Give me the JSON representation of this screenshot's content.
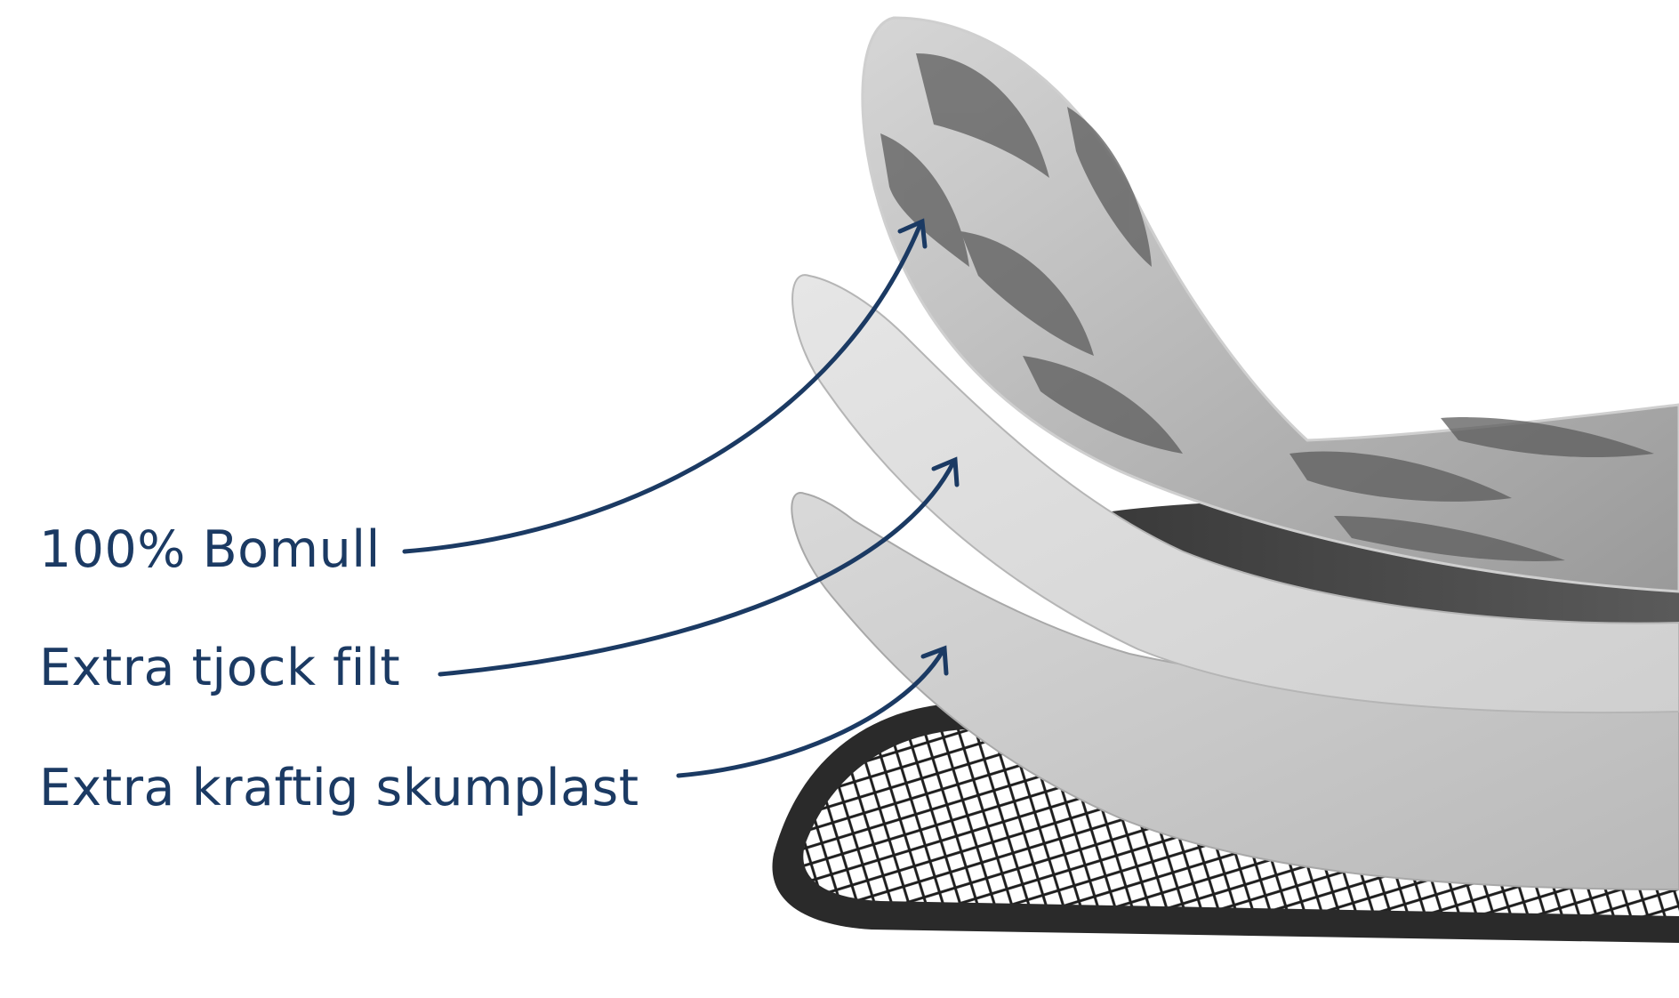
{
  "labels": {
    "cotton": "100% Bomull",
    "felt": "Extra tjock filt",
    "foam": "Extra kraftig skumplast"
  },
  "colors": {
    "label_text": "#1b3a63",
    "callout_line": "#1b3a63",
    "background": "#ffffff"
  }
}
